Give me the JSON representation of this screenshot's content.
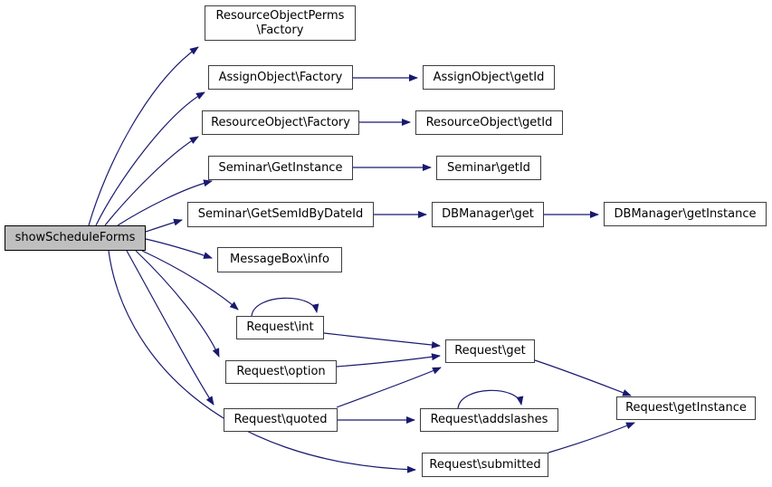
{
  "diagram": {
    "type": "call-graph",
    "edge_color": "#191970",
    "node_border_color": "#3d3d3d",
    "highlight_fill": "#bfbfbf",
    "nodes": {
      "resourceobjectperms_factory": {
        "label": "ResourceObjectPerms\n\\Factory"
      },
      "assignobject_factory": {
        "label": "AssignObject\\Factory"
      },
      "assignobject_getid": {
        "label": "AssignObject\\getId"
      },
      "resourceobject_factory": {
        "label": "ResourceObject\\Factory"
      },
      "resourceobject_getid": {
        "label": "ResourceObject\\getId"
      },
      "seminar_getinstance": {
        "label": "Seminar\\GetInstance"
      },
      "seminar_getid": {
        "label": "Seminar\\getId"
      },
      "seminar_getsemidbydateid": {
        "label": "Seminar\\GetSemIdByDateId"
      },
      "dbmanager_get": {
        "label": "DBManager\\get"
      },
      "dbmanager_getinstance": {
        "label": "DBManager\\getInstance"
      },
      "showscheduleforms": {
        "label": "showScheduleForms"
      },
      "messagebox_info": {
        "label": "MessageBox\\info"
      },
      "request_int": {
        "label": "Request\\int"
      },
      "request_option": {
        "label": "Request\\option"
      },
      "request_get": {
        "label": "Request\\get"
      },
      "request_quoted": {
        "label": "Request\\quoted"
      },
      "request_addslashes": {
        "label": "Request\\addslashes"
      },
      "request_getinstance": {
        "label": "Request\\getInstance"
      },
      "request_submitted": {
        "label": "Request\\submitted"
      }
    },
    "edges": [
      {
        "from": "showScheduleForms",
        "to": "ResourceObjectPerms\\Factory"
      },
      {
        "from": "showScheduleForms",
        "to": "AssignObject\\Factory"
      },
      {
        "from": "showScheduleForms",
        "to": "ResourceObject\\Factory"
      },
      {
        "from": "showScheduleForms",
        "to": "Seminar\\GetInstance"
      },
      {
        "from": "showScheduleForms",
        "to": "Seminar\\GetSemIdByDateId"
      },
      {
        "from": "showScheduleForms",
        "to": "MessageBox\\info"
      },
      {
        "from": "showScheduleForms",
        "to": "Request\\int"
      },
      {
        "from": "showScheduleForms",
        "to": "Request\\option"
      },
      {
        "from": "showScheduleForms",
        "to": "Request\\quoted"
      },
      {
        "from": "showScheduleForms",
        "to": "Request\\submitted"
      },
      {
        "from": "AssignObject\\Factory",
        "to": "AssignObject\\getId"
      },
      {
        "from": "ResourceObject\\Factory",
        "to": "ResourceObject\\getId"
      },
      {
        "from": "Seminar\\GetInstance",
        "to": "Seminar\\getId"
      },
      {
        "from": "Seminar\\GetSemIdByDateId",
        "to": "DBManager\\get"
      },
      {
        "from": "DBManager\\get",
        "to": "DBManager\\getInstance"
      },
      {
        "from": "Request\\int",
        "to": "Request\\int"
      },
      {
        "from": "Request\\int",
        "to": "Request\\get"
      },
      {
        "from": "Request\\option",
        "to": "Request\\get"
      },
      {
        "from": "Request\\quoted",
        "to": "Request\\get"
      },
      {
        "from": "Request\\quoted",
        "to": "Request\\addslashes"
      },
      {
        "from": "Request\\addslashes",
        "to": "Request\\addslashes"
      },
      {
        "from": "Request\\get",
        "to": "Request\\getInstance"
      },
      {
        "from": "Request\\submitted",
        "to": "Request\\getInstance"
      }
    ]
  }
}
